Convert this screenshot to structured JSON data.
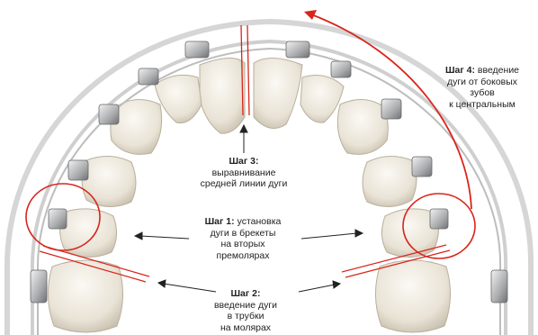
{
  "colors": {
    "accent": "#d9251c",
    "arrow": "#222222",
    "tooth": "#ece7dc",
    "arch": "#cfcfcf"
  },
  "steps": [
    {
      "title": "Шаг 1:",
      "lines": [
        "установка",
        "дуги в брекеты",
        "на вторых",
        "премолярах"
      ]
    },
    {
      "title": "Шаг 2:",
      "lines": [
        "",
        "введение дуги",
        "в трубки",
        "на молярах"
      ]
    },
    {
      "title": "Шаг 3:",
      "lines": [
        "выравнивание",
        "средней линии дуги"
      ]
    },
    {
      "title": "Шаг 4:",
      "lines": [
        "введение",
        "дуги от боковых",
        "зубов",
        "к центральным"
      ]
    }
  ]
}
